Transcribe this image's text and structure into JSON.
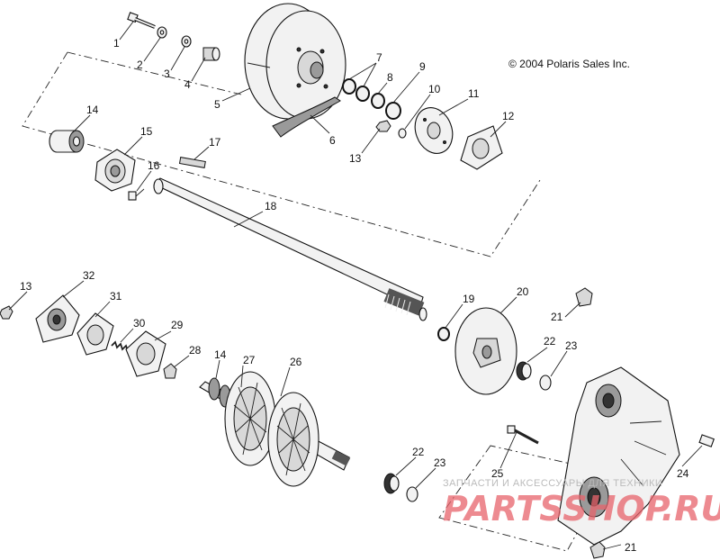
{
  "copyright": "© 2004 Polaris Sales Inc.",
  "callouts": [
    "1",
    "2",
    "3",
    "4",
    "5",
    "6",
    "7",
    "8",
    "9",
    "10",
    "11",
    "12",
    "13",
    "14",
    "15",
    "16",
    "17",
    "18",
    "13",
    "32",
    "31",
    "30",
    "29",
    "28",
    "14",
    "27",
    "26",
    "19",
    "20",
    "21",
    "22",
    "23",
    "22",
    "23",
    "25",
    "24",
    "21"
  ],
  "watermark": {
    "tagline": "ЗАПЧАСТИ И АКСЕССУАРЫ ДЛЯ ТЕХНИКИ",
    "logo": "PARTSSHOP.RU"
  },
  "colors": {
    "ink": "#111111",
    "watermark_red": "#e8646c",
    "background": "#ffffff"
  }
}
